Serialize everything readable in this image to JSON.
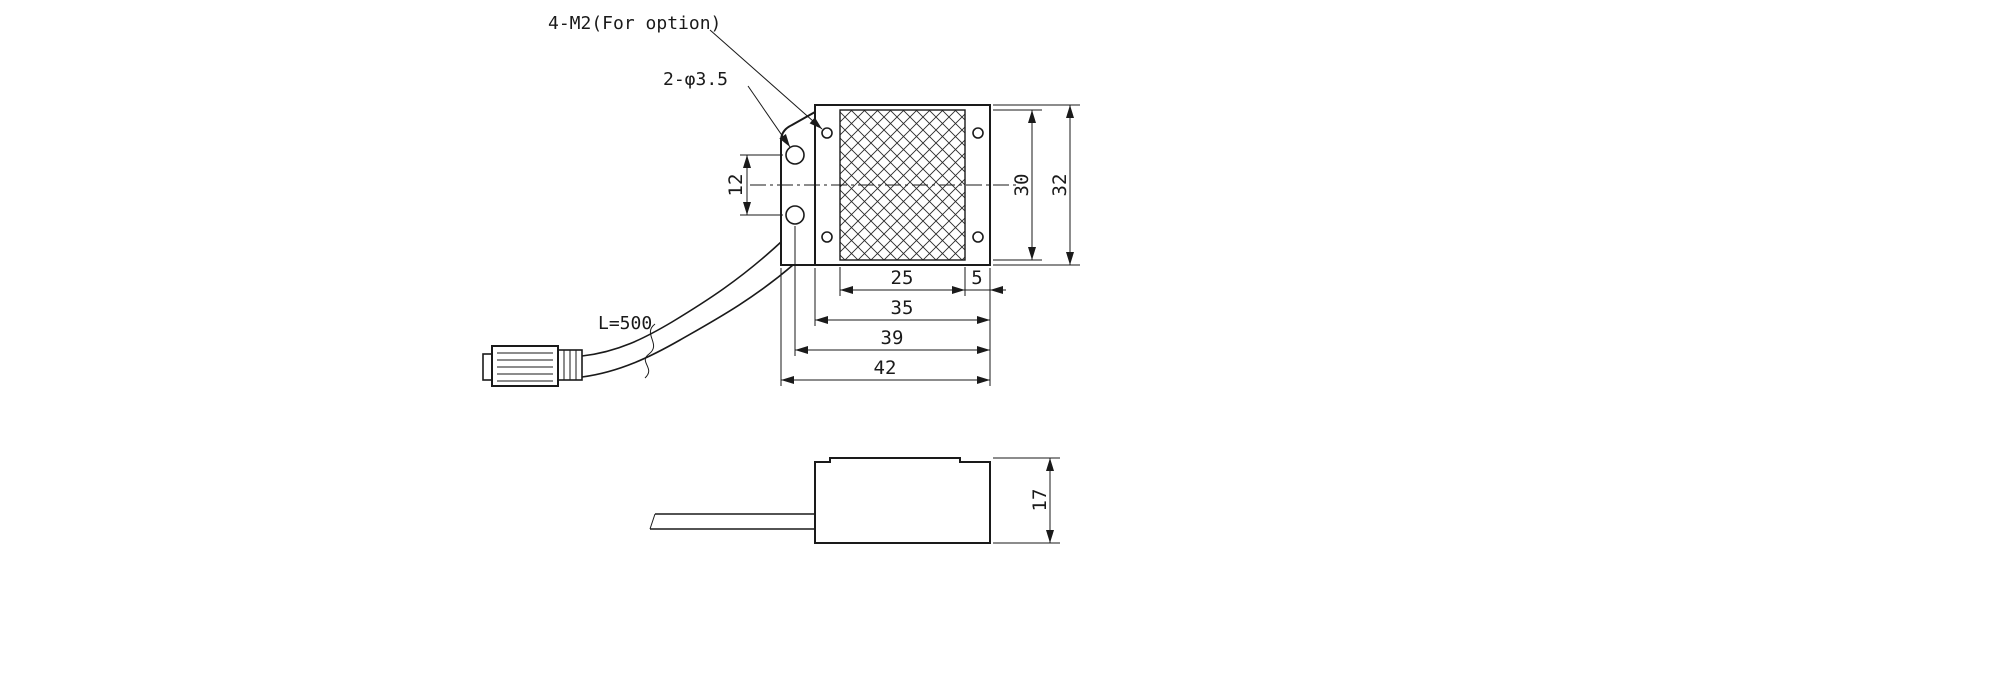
{
  "page": {
    "background_color": "#ffffff",
    "line_color": "#1a1a1a",
    "description": "Technical dimensional drawing of a square LED lighting unit with attached cable and connector, plan view and side view"
  },
  "annotations": {
    "option_holes_label": "4-M2(For option)",
    "thru_holes_label": "2-φ3.5",
    "cable_length_label": "L=500"
  },
  "plan_view": {
    "dim_hole_pitch": "12",
    "dim_window_height": "30",
    "dim_overall_height": "32",
    "dim_window_width": "25",
    "dim_side_margin": "5",
    "dim_body_width": "35",
    "dim_hole_offset": "39",
    "dim_overall_width": "42"
  },
  "side_view": {
    "dim_height": "17"
  }
}
